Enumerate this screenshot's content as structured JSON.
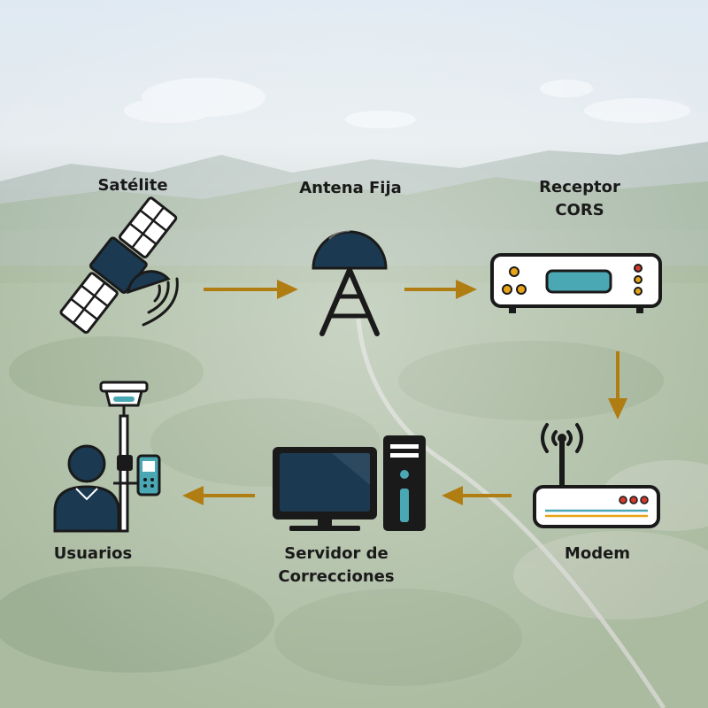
{
  "diagram": {
    "nodes": [
      {
        "id": "satellite",
        "label_lines": [
          "Satélite"
        ],
        "icon": "satellite-icon"
      },
      {
        "id": "antenna",
        "label_lines": [
          "Antena Fija"
        ],
        "icon": "gnss-antenna-icon"
      },
      {
        "id": "receiver",
        "label_lines": [
          "Receptor",
          "CORS"
        ],
        "icon": "receiver-icon"
      },
      {
        "id": "modem",
        "label_lines": [
          "Modem"
        ],
        "icon": "modem-icon"
      },
      {
        "id": "server",
        "label_lines": [
          "Servidor de",
          "Correcciones"
        ],
        "icon": "server-computer-icon"
      },
      {
        "id": "users",
        "label_lines": [
          "Usuarios"
        ],
        "icon": "user-with-gnss-rover-icon"
      }
    ],
    "edges": [
      {
        "from": "satellite",
        "to": "antenna"
      },
      {
        "from": "antenna",
        "to": "receiver"
      },
      {
        "from": "receiver",
        "to": "modem"
      },
      {
        "from": "modem",
        "to": "server"
      },
      {
        "from": "server",
        "to": "users"
      }
    ],
    "colors": {
      "icon_dark": "#1b3a52",
      "accent_teal": "#4aa8b5",
      "arrow": "#b07d12",
      "label": "#1a1a1a",
      "led_orange": "#e8a317",
      "led_red": "#d13a2f",
      "background": "aerial landscape photo with light haze"
    }
  }
}
